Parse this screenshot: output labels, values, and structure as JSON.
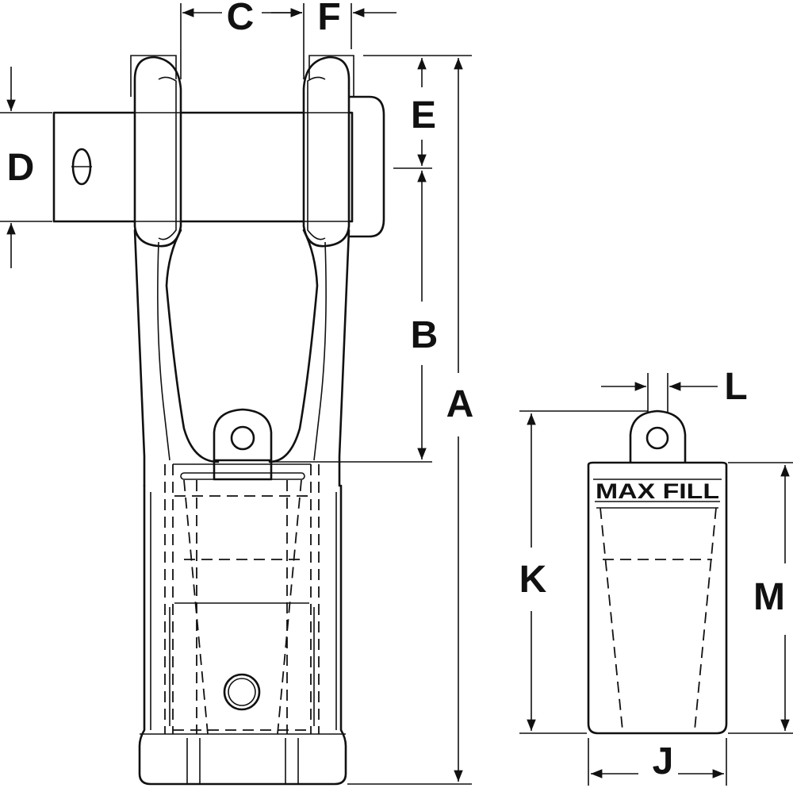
{
  "dimension_labels": {
    "A": "A",
    "B": "B",
    "C": "C",
    "D": "D",
    "E": "E",
    "F": "F",
    "J": "J",
    "K": "K",
    "L": "L",
    "M": "M"
  },
  "basket_marking": "MAX FILL"
}
